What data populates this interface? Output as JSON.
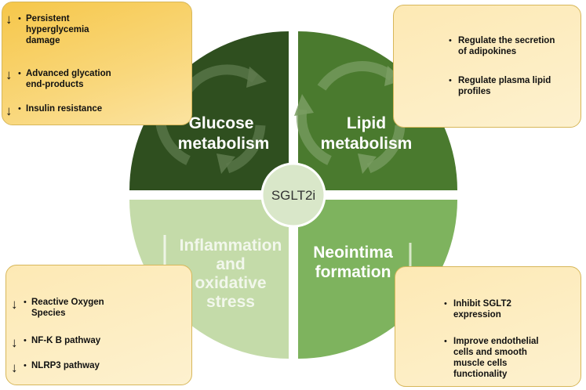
{
  "center": {
    "label": "SGLT2i"
  },
  "quadrants": {
    "glucose": {
      "line1": "Glucose",
      "line2": "metabolism",
      "color": "#2f4f1f"
    },
    "lipid": {
      "line1": "Lipid",
      "line2": "metabolism",
      "color": "#4a7a2e"
    },
    "inflammation": {
      "line1": "Inflammation",
      "line2": "and",
      "line3": "oxidative",
      "line4": "stress",
      "color": "#c4dba9"
    },
    "neointima": {
      "line1": "Neointima",
      "line2": "formation",
      "color": "#7eb35e"
    }
  },
  "boxes": {
    "glucose": {
      "items": [
        {
          "arrow": "↓",
          "lines": [
            "Persistent",
            "hyperglycemia",
            "damage"
          ]
        },
        {
          "arrow": "↓",
          "lines": [
            "Advanced glycation",
            "end-products"
          ]
        },
        {
          "arrow": "↓",
          "lines": [
            "Insulin resistance"
          ]
        }
      ]
    },
    "lipid": {
      "items": [
        {
          "lines": [
            "Regulate the secretion",
            "of adipokines"
          ]
        },
        {
          "lines": [
            "Regulate plasma lipid",
            "profiles"
          ]
        }
      ]
    },
    "inflammation": {
      "items": [
        {
          "arrow": "↓",
          "lines": [
            "Reactive Oxygen",
            "Species"
          ]
        },
        {
          "arrow": "↓",
          "lines": [
            "NF-K B pathway"
          ]
        },
        {
          "arrow": "↓",
          "lines": [
            "NLRP3 pathway"
          ]
        }
      ]
    },
    "neointima": {
      "items": [
        {
          "lines": [
            "Inhibit SGLT2",
            "expression"
          ]
        },
        {
          "lines": [
            "Improve endothelial",
            "cells and smooth",
            "muscle cells",
            "functionality"
          ]
        }
      ]
    }
  }
}
